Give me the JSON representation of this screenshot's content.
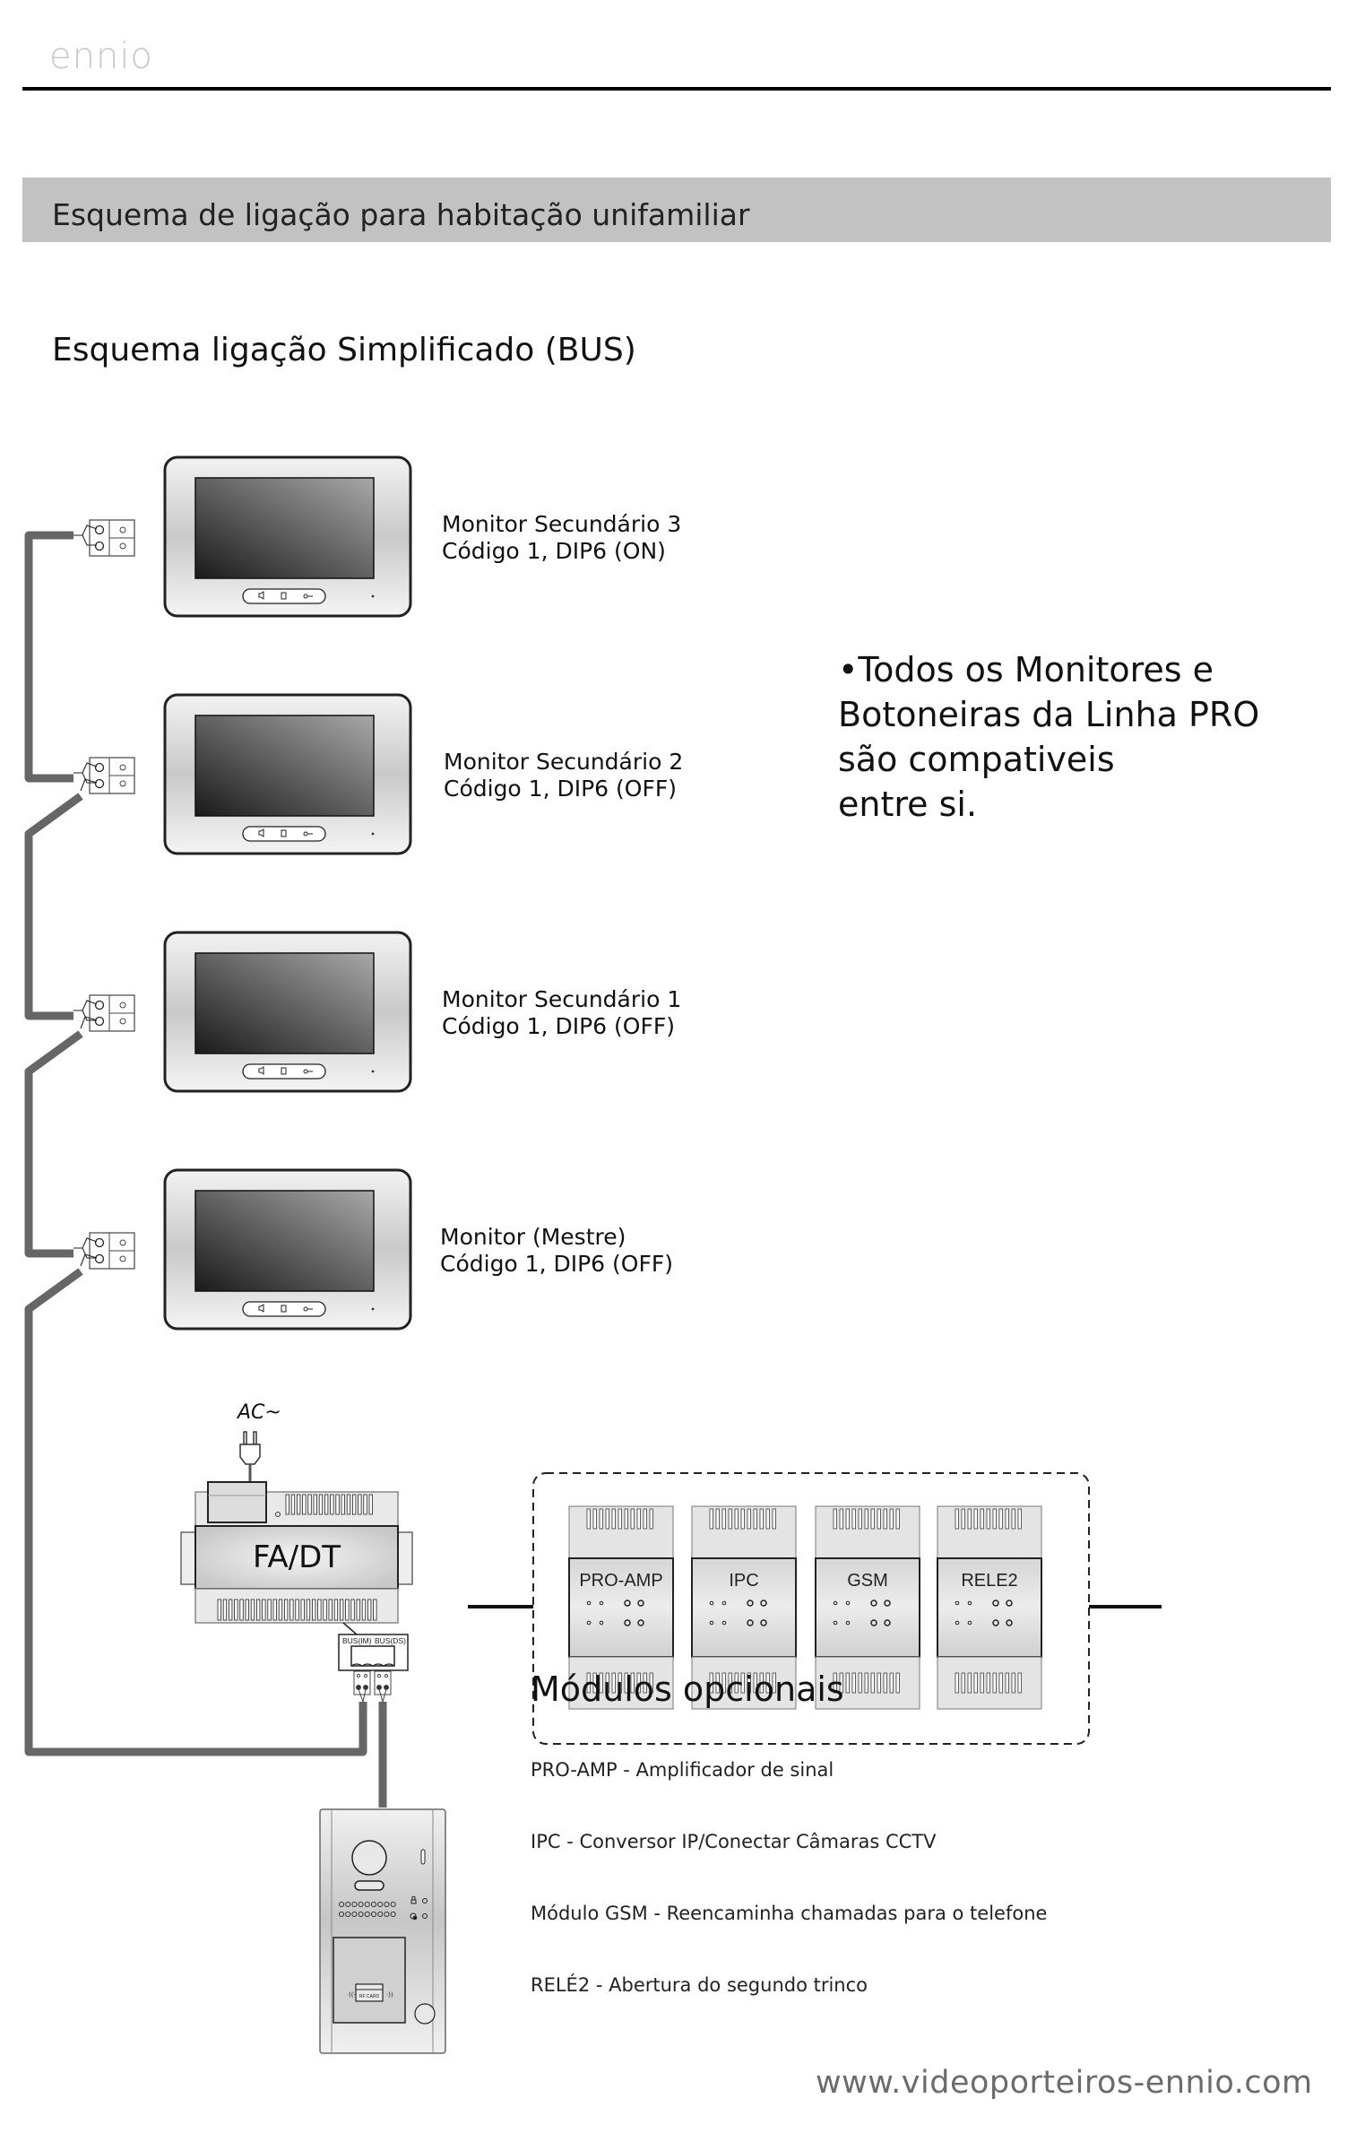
{
  "header": {
    "logo_text": "ennio",
    "banner_title": "Esquema de ligação para habitação unifamiliar"
  },
  "section_title": "Esquema ligação Simplificado (BUS)",
  "monitors": [
    {
      "name": "Monitor Secundário 3",
      "config": "Código 1, DIP6 (ON)"
    },
    {
      "name": "Monitor Secundário 2",
      "config": "Código 1, DIP6 (OFF)"
    },
    {
      "name": "Monitor Secundário 1",
      "config": "Código 1, DIP6 (OFF)"
    },
    {
      "name": "Monitor (Mestre)",
      "config": "Código 1, DIP6 (OFF)"
    }
  ],
  "compatibility_note": {
    "bullet": "•",
    "lines": [
      "Todos os Monitores e",
      "Botoneiras da Linha PRO",
      "são compativeis",
      "entre si."
    ]
  },
  "power_supply": {
    "label": "FA/DT",
    "ac_label": "AC~",
    "bus_im_label": "BUS(IM)",
    "bus_ds_label": "BUS(DS)"
  },
  "optional_modules": {
    "boxes": [
      "PRO-AMP",
      "IPC",
      "GSM",
      "RELE2"
    ],
    "title": "Módulos opcionais",
    "descriptions": [
      "PRO-AMP - Amplificador de sinal",
      "IPC - Conversor IP/Conectar Câmaras CCTV",
      "Módulo GSM - Reencaminha chamadas para o telefone",
      "RELÉ2 - Abertura do segundo trinco"
    ]
  },
  "door_panel": {
    "card_label": "RF CARD"
  },
  "colors": {
    "wire": "#666666",
    "banner": "#c2c2c2",
    "footer_text": "#6b6b6b"
  },
  "footer": {
    "url": "www.videoporteiros-ennio.com"
  }
}
